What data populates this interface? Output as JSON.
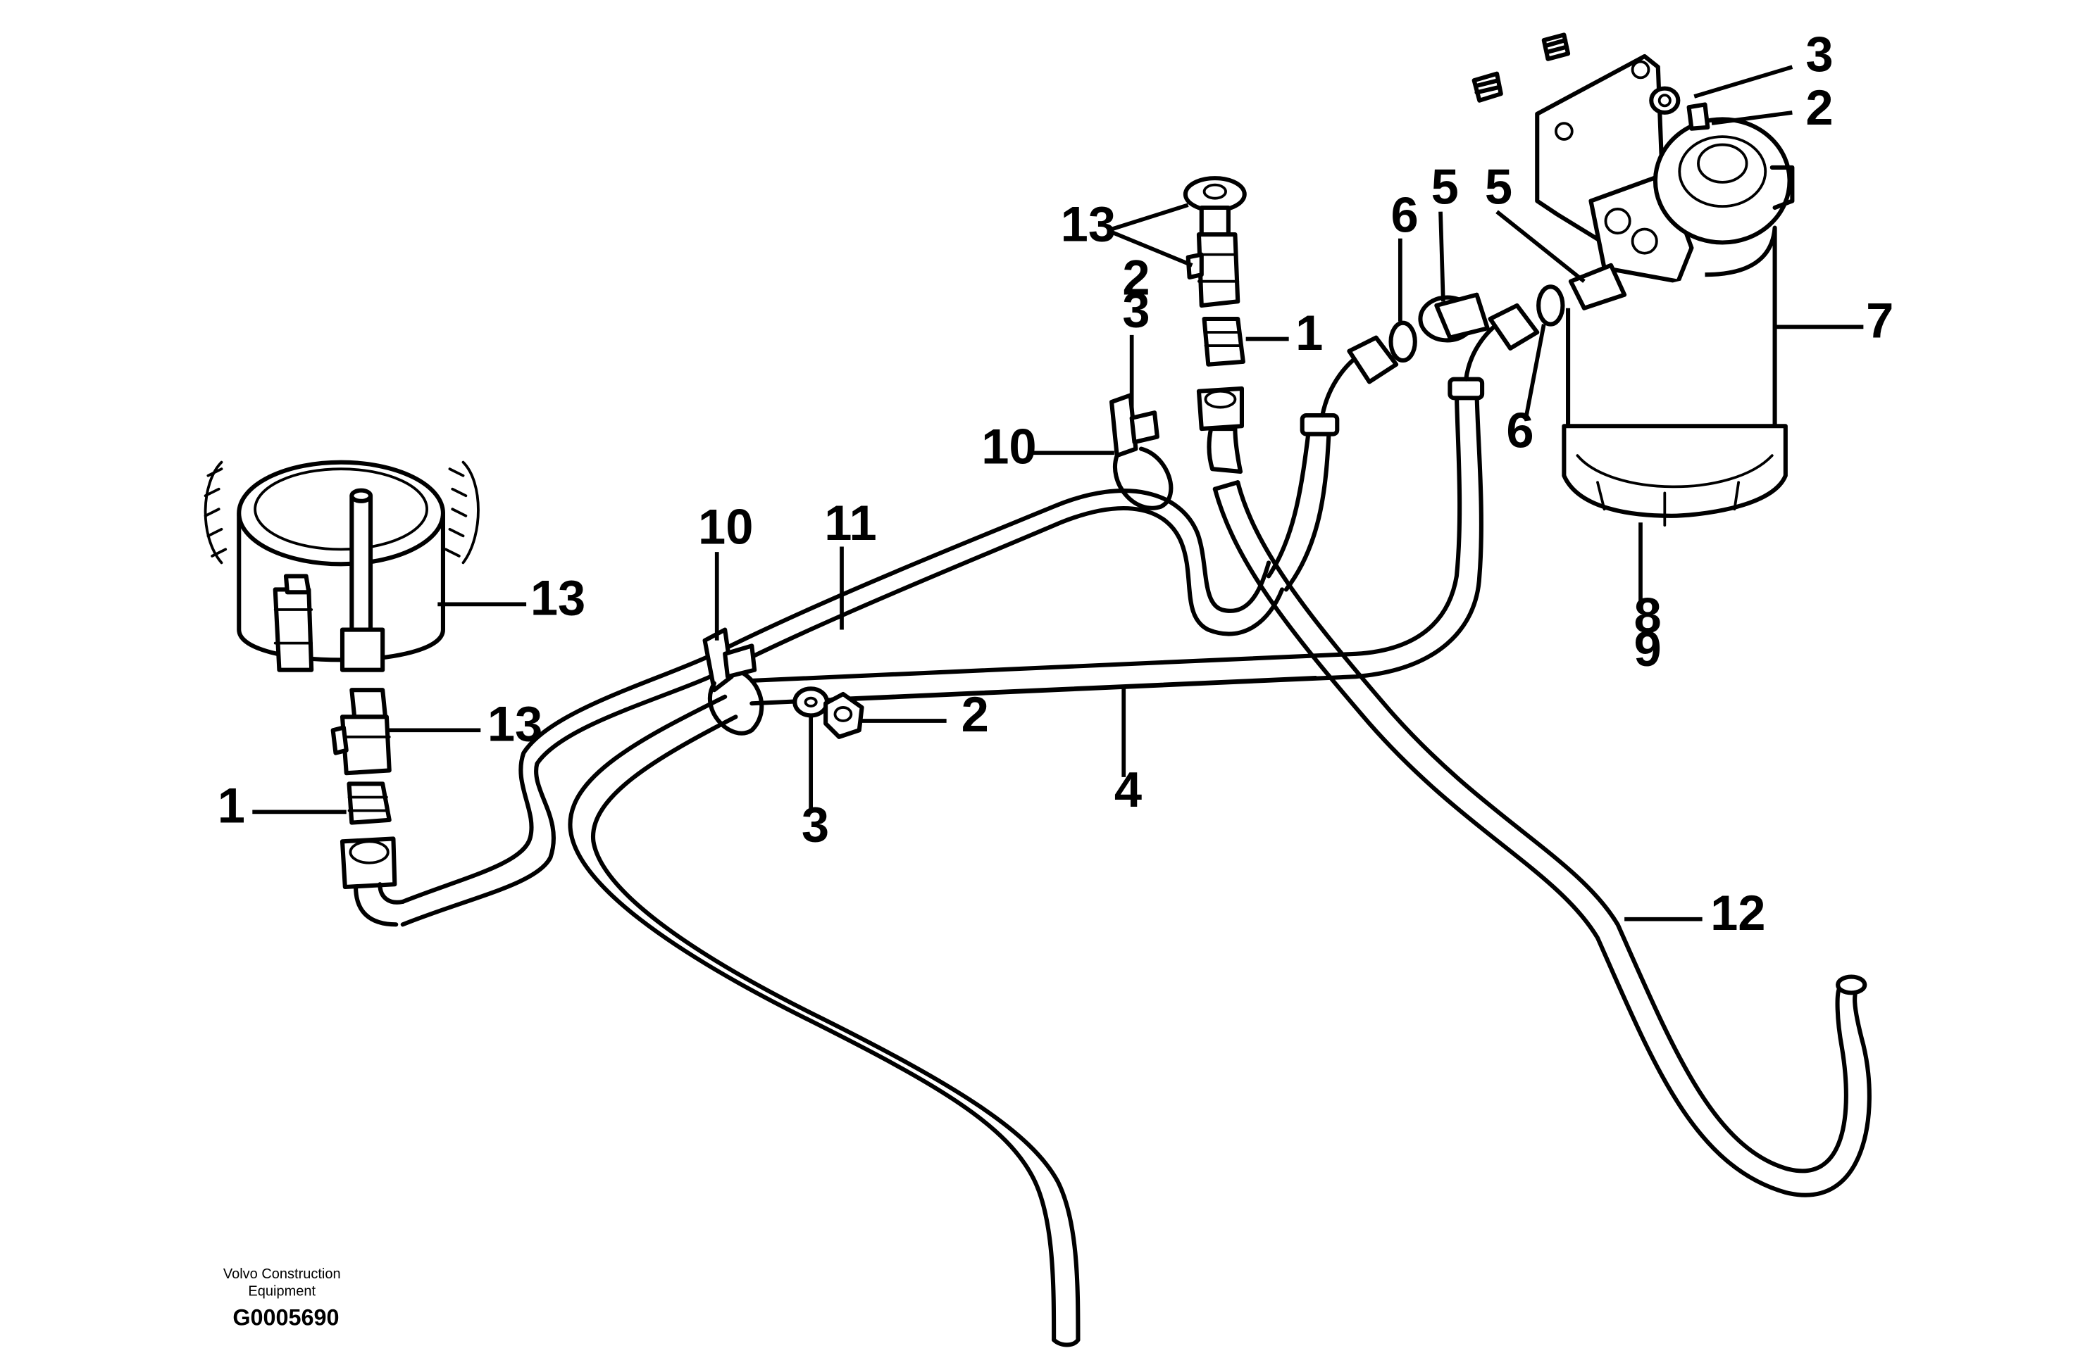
{
  "callouts": {
    "c_3_top": "3",
    "c_2_top": "2",
    "c_5_a": "5",
    "c_5_b": "5",
    "c_6_a": "6",
    "c_6_b": "6",
    "c_7": "7",
    "c_8": "8",
    "c_9": "9",
    "c_13_top": "13",
    "c_2_mid": "2",
    "c_3_mid": "3",
    "c_1_top": "1",
    "c_10_top": "10",
    "c_10_mid": "10",
    "c_11": "11",
    "c_13_tank": "13",
    "c_13_valve": "13",
    "c_1_left": "1",
    "c_2_nut": "2",
    "c_3_washer": "3",
    "c_4": "4",
    "c_12": "12"
  },
  "footer": {
    "company_line1": "Volvo Construction",
    "company_line2": "Equipment",
    "drawing_id": "G0005690"
  }
}
